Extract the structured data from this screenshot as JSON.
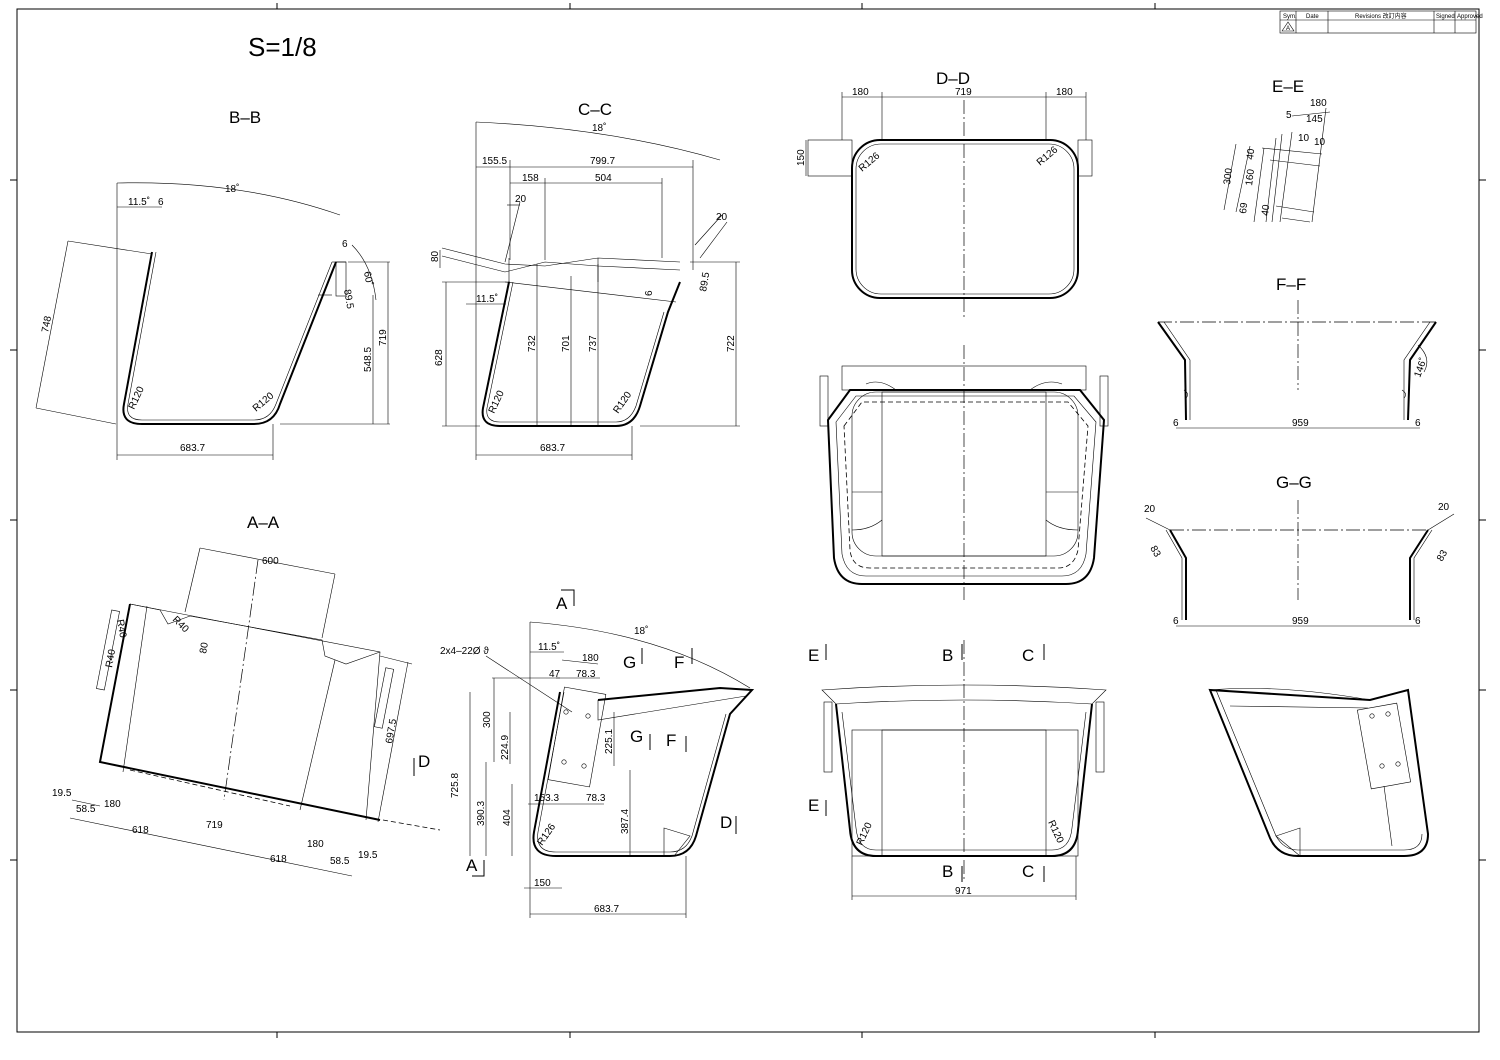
{
  "scale": "S=1/8",
  "title_block": {
    "headers": [
      "Sym.",
      "Date",
      "Revisions 改訂内容",
      "Signed",
      "Approved"
    ],
    "symbol": "A"
  },
  "sections": {
    "bb": {
      "title": "B–B",
      "angle": "18˚",
      "a1": "11.5˚",
      "d6": "6",
      "d6b": "6",
      "ang60": "60˚",
      "d89": "89.5",
      "d748": "748",
      "d548": "548.5",
      "d719": "719",
      "r1": "R120",
      "r2": "R120",
      "w": "683.7"
    },
    "cc": {
      "title": "C–C",
      "angle": "18˚",
      "d155": "155.5",
      "d799": "799.7",
      "d158": "158",
      "d504": "504",
      "d20a": "20",
      "d20b": "20",
      "d80": "80",
      "d6": "6",
      "d89": "89.5",
      "a1": "11.5˚",
      "d628": "628",
      "d732": "732",
      "d701": "701",
      "d737": "737",
      "d722": "722",
      "r1": "R120",
      "r2": "R120",
      "w": "683.7"
    },
    "dd": {
      "title": "D–D",
      "d180a": "180",
      "d719": "719",
      "d180b": "180",
      "d150": "150",
      "r1": "R126",
      "r2": "R126"
    },
    "ee": {
      "title": "E–E",
      "d180": "180",
      "d5": "5",
      "d145": "145",
      "d10a": "10",
      "d10b": "10",
      "d40a": "40",
      "d300": "300",
      "d160": "160",
      "d69": "69",
      "d40b": "40"
    },
    "ff": {
      "title": "F–F",
      "d6a": "6",
      "d959": "959",
      "d6b": "6",
      "ang": "146˚"
    },
    "gg": {
      "title": "G–G",
      "d20a": "20",
      "d20b": "20",
      "d83a": "83",
      "d83b": "83",
      "d6a": "6",
      "d959": "959",
      "d6b": "6"
    },
    "aa": {
      "title": "A–A",
      "d600": "600",
      "r40a": "R40",
      "r40b": "R40",
      "r40c": "R40",
      "d80": "80",
      "d697": "697.5",
      "d195a": "19.5",
      "d585a": "58.5",
      "d180a": "180",
      "d719": "719",
      "d180b": "180",
      "d618a": "618",
      "d618b": "618",
      "d585b": "58.5",
      "d195b": "19.5"
    },
    "side": {
      "angle": "18˚",
      "a1": "11.5˚",
      "d180": "180",
      "hole": "2x4–22Ø ϑ",
      "d47": "47",
      "d783a": "78.3",
      "d300": "300",
      "d2249": "224.9",
      "d2251": "225.1",
      "d7258": "725.8",
      "d3903": "390.3",
      "d404": "404",
      "d1533": "153.3",
      "d783b": "78.3",
      "d3874": "387.4",
      "r": "R126",
      "d150": "150",
      "w": "683.7"
    },
    "marks": {
      "a": "A",
      "g": "G",
      "f": "F",
      "d": "D",
      "e": "E",
      "b": "B",
      "c": "C"
    },
    "front": {
      "w": "971",
      "r1": "R120",
      "r2": "R120"
    }
  }
}
